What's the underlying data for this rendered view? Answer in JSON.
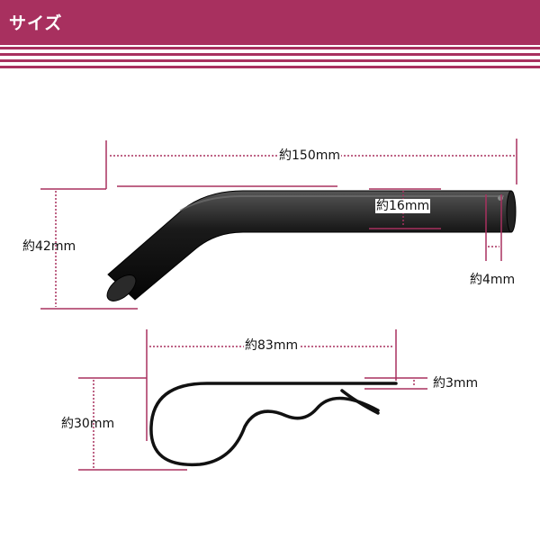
{
  "header": {
    "title": "サイズ"
  },
  "dimensions": {
    "pin_length": "約150mm",
    "pin_diameter": "約16mm",
    "pin_height": "約42mm",
    "hole_diameter": "約4mm",
    "clip_length": "約83mm",
    "clip_wire": "約3mm",
    "clip_height": "約30mm"
  },
  "colors": {
    "accent": "#a8305f",
    "dim_line": "#a8305f",
    "product": "#151515"
  }
}
